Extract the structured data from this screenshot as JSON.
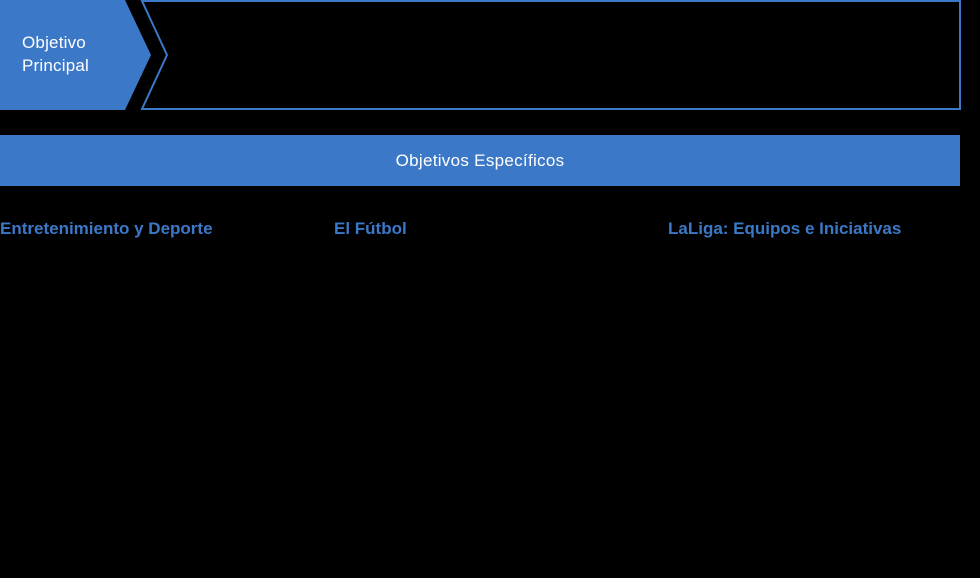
{
  "main_objective": {
    "label": "Objetivo Principal",
    "label_line1": "Objetivo",
    "label_line2": "Principal",
    "content": ""
  },
  "specific_objectives": {
    "title": "Objetivos Específicos",
    "columns": [
      {
        "heading": "Entretenimiento y Deporte"
      },
      {
        "heading": "El Fútbol"
      },
      {
        "heading": "LaLiga: Equipos e Iniciativas"
      }
    ]
  },
  "colors": {
    "accent": "#3c78c8",
    "background": "#000000",
    "text_on_accent": "#ffffff"
  }
}
